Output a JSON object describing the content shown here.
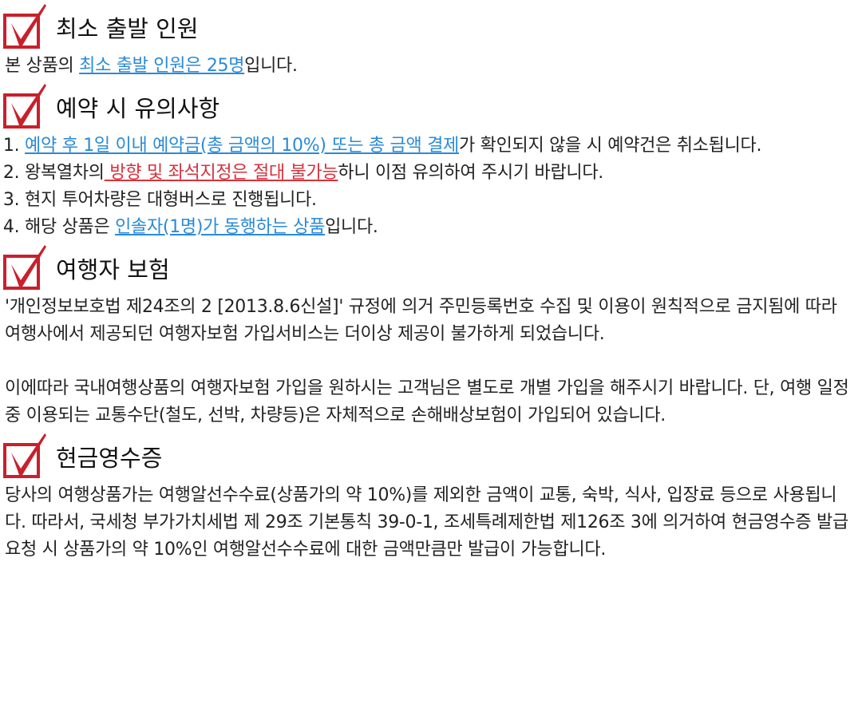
{
  "sections": [
    {
      "title": "최소 출발 인원",
      "p1_pre": "본 상품의 ",
      "p1_link": "최소 출발 인원은 25명",
      "p1_post": "입니다."
    },
    {
      "title": "예약 시 유의사항",
      "items": [
        {
          "pre": "",
          "link": "예약 후 1일 이내 예약금(총 금액의 10%) 또는 총 금액 결제",
          "post": "가 확인되지 않을 시 예약건은 취소됩니다."
        },
        {
          "pre": "왕복열차의",
          "link": " 방향 및 좌석지정은 절대 불가능",
          "post": "하니 이점 유의하여 주시기 바랍니다."
        },
        {
          "text": "현지 투어차량은 대형버스로 진행됩니다."
        },
        {
          "pre": "해당 상품은 ",
          "link": "인솔자(1명)가 동행하는 상품",
          "post": "입니다."
        }
      ]
    },
    {
      "title": "여행자 보험",
      "p1": "'개인정보보호법 제24조의 2 [2013.8.6신설]' 규정에 의거 주민등록번호 수집 및 이용이 원칙적으로 금지됨에 따라 여행사에서 제공되던 여행자보험 가입서비스는 더이상 제공이 불가하게 되었습니다.",
      "p2": "이에따라 국내여행상품의 여행자보험 가입을 원하시는 고객님은 별도로 개별 가입을 해주시기 바랍니다. 단, 여행 일정 중 이용되는 교통수단(철도, 선박, 차량등)은 자체적으로 손해배상보험이 가입되어 있습니다."
    },
    {
      "title": "현금영수증",
      "p1": "당사의 여행상품가는 여행알선수수료(상품가의 약 10%)를 제외한 금액이 교통, 숙박, 식사, 입장료 등으로 사용됩니다. 따라서, 국세청 부가가치세법 제 29조 기본통칙 39-0-1, 조세특례제한법 제126조 3에 의거하여 현금영수증 발급 요청 시 상품가의 약 10%인 여행알선수수료에 대한 금액만큼만 발급이 가능합니다."
    }
  ],
  "colors": {
    "link": "#2a8ad8",
    "warning": "#d6323c",
    "icon": "#c8202c"
  }
}
